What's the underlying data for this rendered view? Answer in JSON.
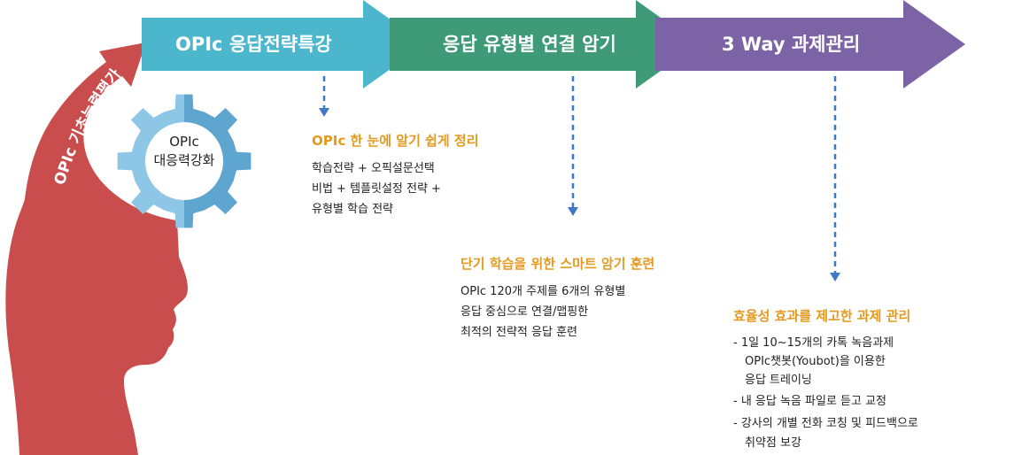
{
  "head": {
    "curve_text": "OPIc 기초능력평가",
    "skin_color": "#c94d4c"
  },
  "arrows": [
    {
      "label": "OPIc 응답전략특강",
      "color": "#4cb6cd"
    },
    {
      "label": "응답 유형별 연결 암기",
      "color": "#3f9a78"
    },
    {
      "label": "3 Way 과제관리",
      "color": "#7b63a5"
    }
  ],
  "gear": {
    "line1": "OPIc",
    "line2": "대응력강화",
    "color_light": "#8ec6e6",
    "color_dark": "#5ea6cf"
  },
  "blocks": [
    {
      "title": "OPIc 한 눈에 알기 쉽게 정리",
      "lines": [
        "학습전략 + 오픽설문선택",
        "비법 + 템플릿설정 전략 +",
        "유형별 학습 전략"
      ]
    },
    {
      "title": "단기 학습을 위한 스마트 암기 훈련",
      "lines": [
        "OPIc 120개 주제를 6개의 유형별",
        "응답 중심으로 연결/맵핑한",
        "최적의 전략적 응답 훈련"
      ]
    },
    {
      "title": "효율성 효과를 제고한 과제 관리",
      "lines": [
        "- 1일 10~15개의 카톡 녹음과제",
        "OPIc챗봇(Youbot)을 이용한",
        "응답 트레이닝",
        "- 내 응답 녹음 파일로 듣고 교정",
        "- 강사의 개별 전화 코칭 및 피드백으로",
        "취약점 보강"
      ]
    },
    {
      "dash_color": "#3f78c4",
      "title_color": "#e39a1f"
    }
  ]
}
